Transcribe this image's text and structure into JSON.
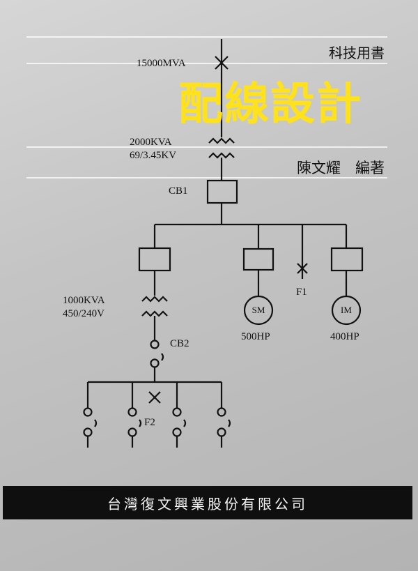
{
  "series_label": "科技用書",
  "title": "配線設計",
  "author": "陳文耀　編著",
  "publisher": "台灣復文興業股份有限公司",
  "diagram": {
    "source_rating": "15000MVA",
    "main_transformer_rating": "2000KVA",
    "main_transformer_voltage": "69/3.45KV",
    "breaker_main": "CB1",
    "branch_transformer_rating": "1000KVA",
    "branch_transformer_voltage": "450/240V",
    "breaker_branch": "CB2",
    "fuse_1": "F1",
    "fuse_2": "F2",
    "motor_sync": {
      "symbol": "SM",
      "power": "500HP"
    },
    "motor_induction": {
      "symbol": "IM",
      "power": "400HP"
    }
  },
  "colors": {
    "title": "#ffe21a",
    "background": "#c4c4c4",
    "publisher_bar": "#0f0f0f"
  }
}
